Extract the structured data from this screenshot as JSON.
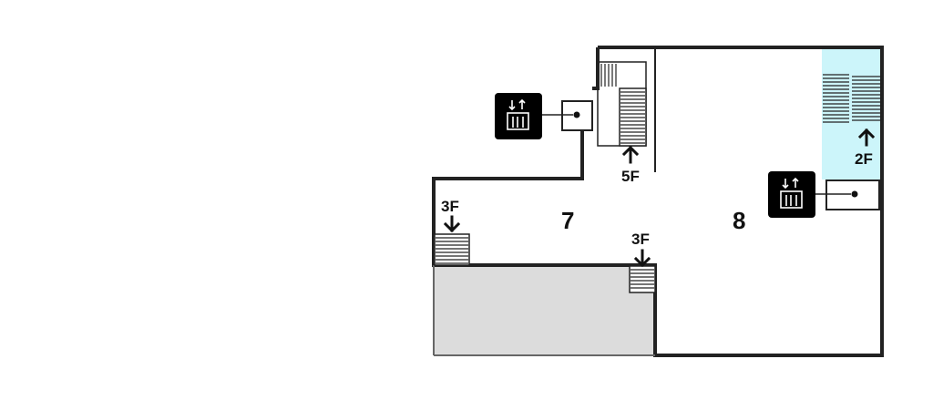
{
  "rooms": [
    {
      "id": "7",
      "label": "7"
    },
    {
      "id": "8",
      "label": "8"
    }
  ],
  "stair_labels": {
    "up_5f": "5F",
    "down_3f_left": "3F",
    "down_3f_center": "3F",
    "up_2f": "2F"
  },
  "icons": {
    "elevator_left": "elevator-icon",
    "elevator_right": "elevator-icon"
  },
  "colors": {
    "wall": "#222222",
    "stair_well": "#ccf5fa",
    "gray_area": "#dcdcdc",
    "icon_bg": "#000000"
  }
}
